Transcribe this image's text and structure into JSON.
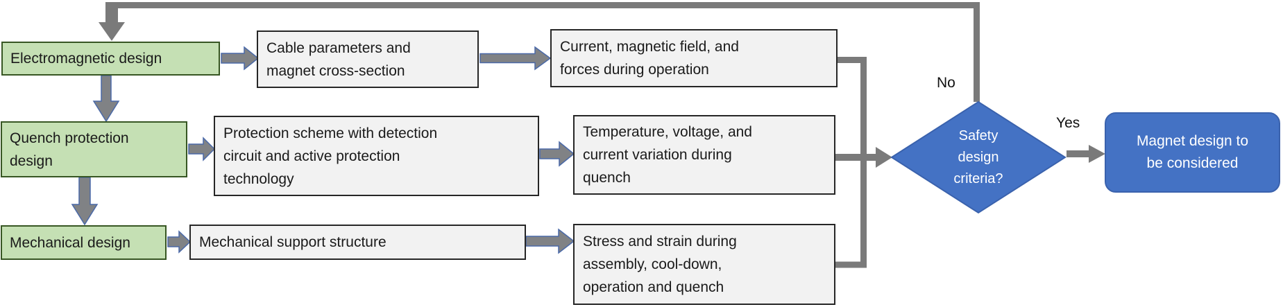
{
  "flow": {
    "stages": [
      {
        "label": "Electromagnetic design"
      },
      {
        "label": "Quench protection\ndesign"
      },
      {
        "label": "Mechanical design"
      }
    ],
    "methods": [
      {
        "label": "Cable parameters and\nmagnet cross-section"
      },
      {
        "label": "Protection scheme with detection\ncircuit and active protection\ntechnology"
      },
      {
        "label": "Mechanical support structure"
      }
    ],
    "outputs": [
      {
        "label": "Current, magnetic field, and\nforces during operation"
      },
      {
        "label": "Temperature, voltage, and\ncurrent variation during\nquench"
      },
      {
        "label": "Stress and strain during\nassembly, cool-down,\noperation and quench"
      }
    ],
    "decision": {
      "label": "Safety\ndesign\ncriteria?"
    },
    "result": {
      "label": "Magnet design to\nbe considered"
    },
    "branch_labels": {
      "no": "No",
      "yes": "Yes"
    },
    "colors": {
      "stage_fill": "#c5e0b4",
      "stage_border": "#375623",
      "panel_fill": "#f2f2f2",
      "panel_border": "#262626",
      "accent_blue": "#4472c4",
      "connector_gray": "#7a7a7a",
      "arrow_fill": "#808285",
      "arrow_outline": "#4a69a8",
      "text_dark": "#1a1a1a",
      "text_light": "#ffffff"
    }
  }
}
